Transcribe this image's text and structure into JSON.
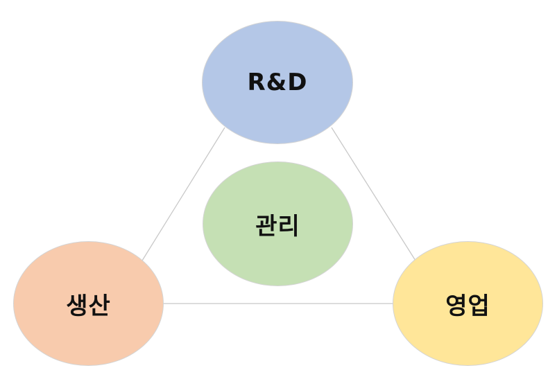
{
  "nodes": {
    "rd": {
      "label": "R&D",
      "color": "#b4c7e7"
    },
    "mgmt": {
      "label": "관리",
      "color": "#c5e0b4"
    },
    "prod": {
      "label": "생산",
      "color": "#f8cbad"
    },
    "sales": {
      "label": "영업",
      "color": "#ffe699"
    }
  },
  "connector_color": "#c8c8c8"
}
